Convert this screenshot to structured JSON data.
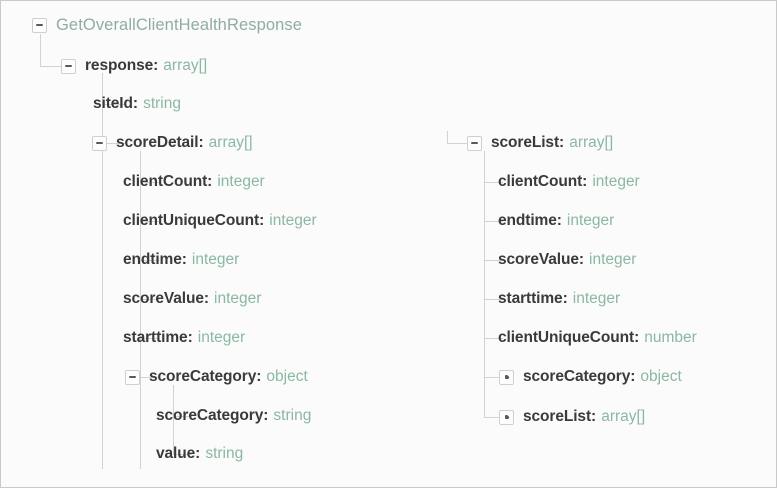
{
  "view": {
    "title": "API response schema tree",
    "background_color": "#fbfbfb",
    "border_color": "#c9c9c9",
    "name_color": "#3a3a3a",
    "type_color": "#8ab8a2",
    "root_color": "#8fada0",
    "line_color": "#d2d2d2"
  },
  "icons": {
    "expanded": "minus-icon",
    "collapsed": "plus-icon"
  },
  "tree": {
    "root": {
      "label": "GetOverallClientHealthResponse",
      "type": "",
      "state": "expanded"
    },
    "left_column": [
      {
        "label": "response",
        "colon": ":",
        "type": "array[]",
        "state": "expanded",
        "has_expander": true
      },
      {
        "label": "siteId",
        "colon": ":",
        "type": "string",
        "state": "leaf",
        "has_expander": false
      },
      {
        "label": "scoreDetail",
        "colon": ":",
        "type": "array[]",
        "state": "expanded",
        "has_expander": true
      },
      {
        "label": "clientCount",
        "colon": ":",
        "type": "integer",
        "state": "leaf",
        "has_expander": false
      },
      {
        "label": "clientUniqueCount",
        "colon": ":",
        "type": "integer",
        "state": "leaf",
        "has_expander": false
      },
      {
        "label": "endtime",
        "colon": ":",
        "type": "integer",
        "state": "leaf",
        "has_expander": false
      },
      {
        "label": "scoreValue",
        "colon": ":",
        "type": "integer",
        "state": "leaf",
        "has_expander": false
      },
      {
        "label": "starttime",
        "colon": ":",
        "type": "integer",
        "state": "leaf",
        "has_expander": false
      },
      {
        "label": "scoreCategory",
        "colon": ":",
        "type": "object",
        "state": "expanded",
        "has_expander": true
      },
      {
        "label": "scoreCategory",
        "colon": ":",
        "type": "string",
        "state": "leaf",
        "has_expander": false
      },
      {
        "label": "value",
        "colon": ":",
        "type": "string",
        "state": "leaf",
        "has_expander": false
      }
    ],
    "right_column": [
      {
        "label": "scoreList",
        "colon": ":",
        "type": "array[]",
        "state": "expanded",
        "has_expander": true
      },
      {
        "label": "clientCount",
        "colon": ":",
        "type": "integer",
        "state": "leaf",
        "has_expander": false
      },
      {
        "label": "endtime",
        "colon": ":",
        "type": "integer",
        "state": "leaf",
        "has_expander": false
      },
      {
        "label": "scoreValue",
        "colon": ":",
        "type": "integer",
        "state": "leaf",
        "has_expander": false
      },
      {
        "label": "starttime",
        "colon": ":",
        "type": "integer",
        "state": "leaf",
        "has_expander": false
      },
      {
        "label": "clientUniqueCount",
        "colon": ":",
        "type": "number",
        "state": "leaf",
        "has_expander": false
      },
      {
        "label": "scoreCategory",
        "colon": ":",
        "type": "object",
        "state": "collapsed",
        "has_expander": true
      },
      {
        "label": "scoreList",
        "colon": ":",
        "type": "array[]",
        "state": "collapsed",
        "has_expander": true
      }
    ]
  }
}
